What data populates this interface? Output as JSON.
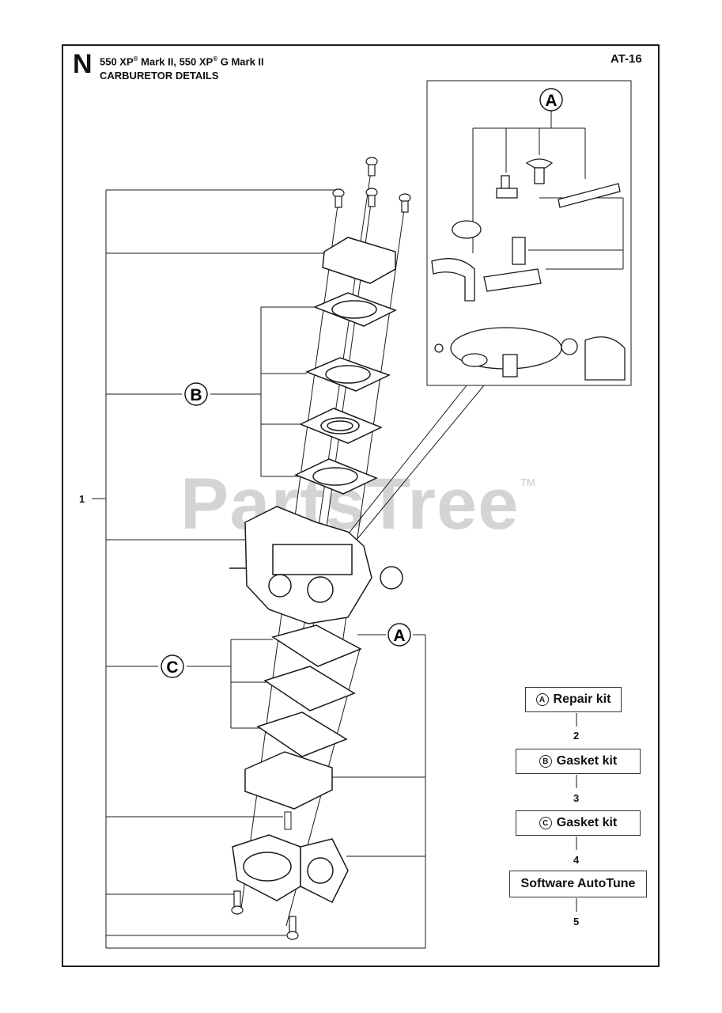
{
  "header": {
    "section_letter": "N",
    "model_line_a": "550 XP",
    "model_line_b": " Mark II, 550 XP",
    "model_line_c": " G Mark II",
    "registered": "®",
    "subtitle": "CARBURETOR DETAILS",
    "page_id": "AT-16"
  },
  "watermark": {
    "text": "PartsTree",
    "tm": "TM"
  },
  "callouts": {
    "a": "A",
    "b": "B",
    "c": "C"
  },
  "part_numbers": {
    "assembly": "1",
    "repair_kit": "2",
    "gasket_kit_b": "3",
    "gasket_kit_c": "4",
    "software": "5"
  },
  "kits": {
    "repair_kit_label": "Repair kit",
    "gasket_b_label": "Gasket kit",
    "gasket_c_label": "Gasket kit",
    "software_label": "Software AutoTune",
    "repair_kit_letter": "A",
    "gasket_b_letter": "B",
    "gasket_c_letter": "C"
  },
  "colors": {
    "line": "#1a1a1a",
    "watermark": "#d4d4d4"
  }
}
